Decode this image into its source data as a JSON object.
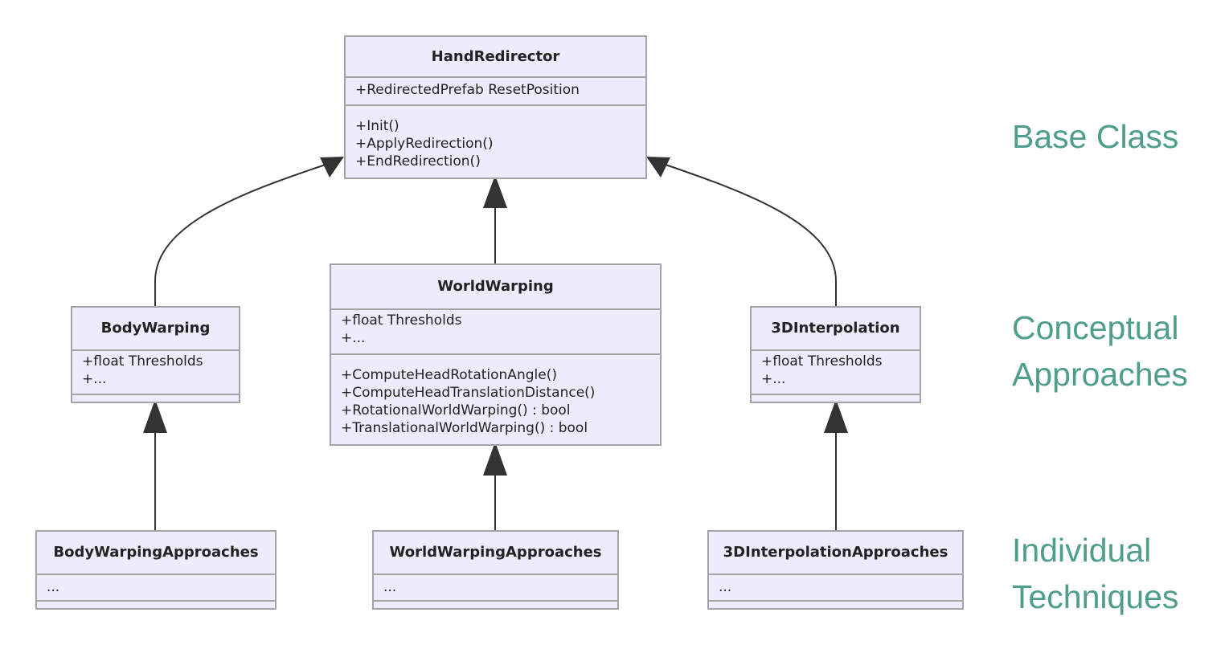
{
  "classes": [
    {
      "id": "hand-redirector",
      "name": "HandRedirector",
      "attributes": [
        "+RedirectedPrefab ResetPosition"
      ],
      "methods": [
        "+Init()",
        "+ApplyRedirection()",
        "+EndRedirection()"
      ]
    },
    {
      "id": "body-warping",
      "name": "BodyWarping",
      "attributes": [
        "+float Thresholds",
        "+..."
      ],
      "methods": []
    },
    {
      "id": "world-warping",
      "name": "WorldWarping",
      "attributes": [
        "+float Thresholds",
        "+..."
      ],
      "methods": [
        "+ComputeHeadRotationAngle()",
        "+ComputeHeadTranslationDistance()",
        "+RotationalWorldWarping() : bool",
        "+TranslationalWorldWarping() : bool"
      ]
    },
    {
      "id": "interpolation-3d",
      "name": "3DInterpolation",
      "attributes": [
        "+float Thresholds",
        "+..."
      ],
      "methods": []
    },
    {
      "id": "body-warping-approaches",
      "name": "BodyWarpingApproaches",
      "attributes": [
        "..."
      ],
      "methods": []
    },
    {
      "id": "world-warping-approaches",
      "name": "WorldWarpingApproaches",
      "attributes": [
        "..."
      ],
      "methods": []
    },
    {
      "id": "interpolation-3d-approaches",
      "name": "3DInterpolationApproaches",
      "attributes": [
        "..."
      ],
      "methods": []
    }
  ],
  "relations": [
    {
      "from": "BodyWarping",
      "to": "HandRedirector",
      "type": "inheritance"
    },
    {
      "from": "WorldWarping",
      "to": "HandRedirector",
      "type": "inheritance"
    },
    {
      "from": "3DInterpolation",
      "to": "HandRedirector",
      "type": "inheritance"
    },
    {
      "from": "BodyWarpingApproaches",
      "to": "BodyWarping",
      "type": "inheritance"
    },
    {
      "from": "WorldWarpingApproaches",
      "to": "WorldWarping",
      "type": "inheritance"
    },
    {
      "from": "3DInterpolationApproaches",
      "to": "3DInterpolation",
      "type": "inheritance"
    }
  ],
  "levels": {
    "base": "Base Class",
    "conceptual": [
      "Conceptual",
      "Approaches"
    ],
    "individual": [
      "Individual",
      "Techniques"
    ]
  },
  "colors": {
    "box_fill": "#ececfc",
    "box_border": "#a3a3a8",
    "level_label": "#4e9e8a",
    "edge": "#333333"
  }
}
